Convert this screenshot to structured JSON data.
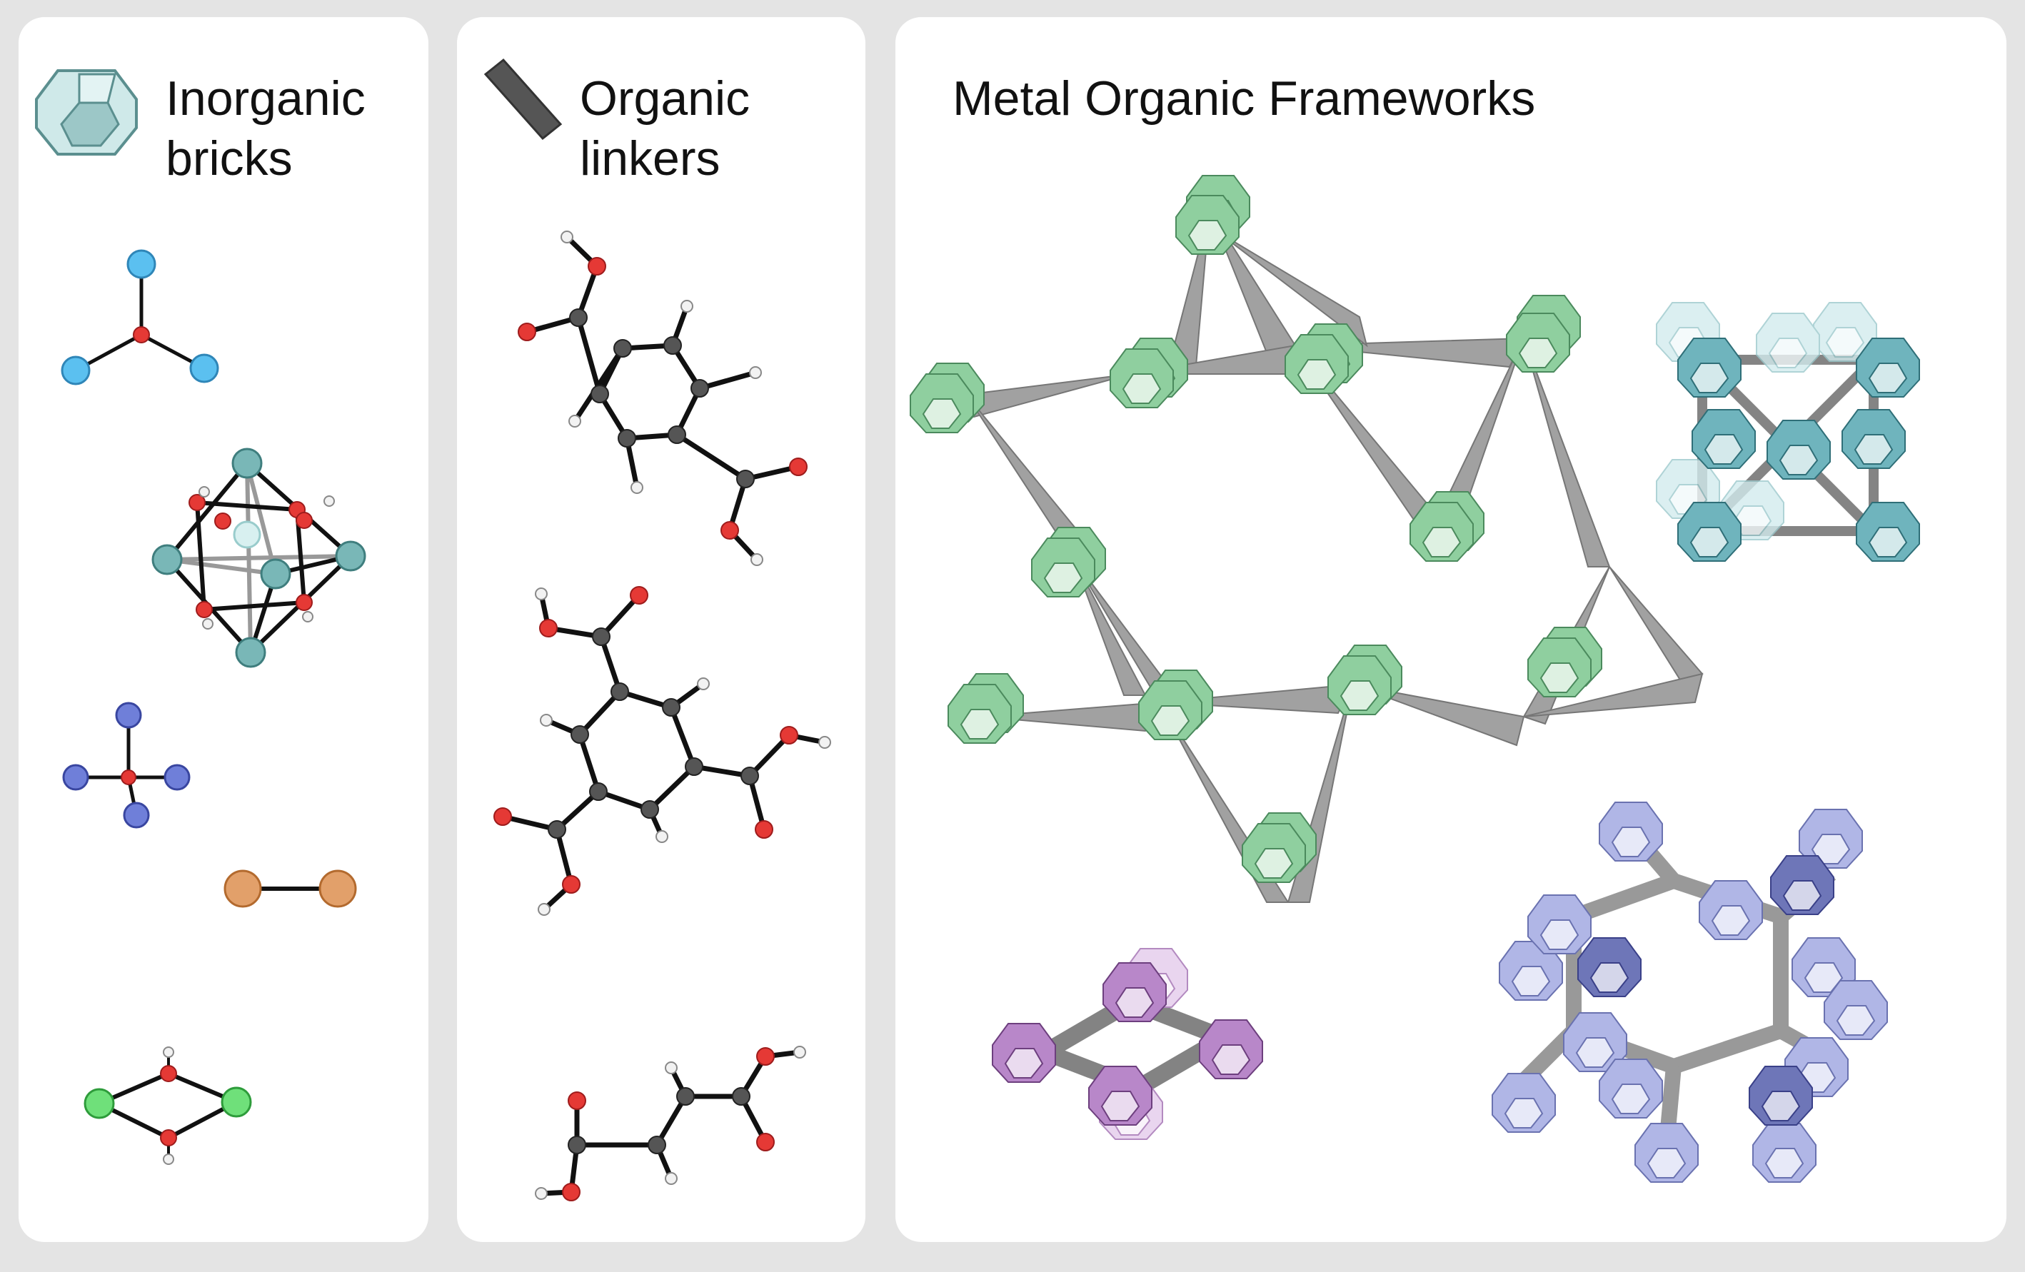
{
  "panels": {
    "inorganic_bricks": {
      "title": "Inorganic\nbricks",
      "icon": "truncated-octahedron-icon",
      "accent": "#8fc9c9"
    },
    "organic_linkers": {
      "title": "Organic\nlinkers",
      "icon": "linker-bar-icon",
      "accent": "#555555"
    },
    "mofs": {
      "title": "Metal Organic Frameworks"
    }
  },
  "colors": {
    "oxygen": "#e53935",
    "carbon": "#555555",
    "hydrogen": "#f2f2f2",
    "brick_blue": "#5bc0f0",
    "brick_teal": "#79b7b7",
    "brick_indigo": "#6f7fd9",
    "brick_orange": "#e2a06a",
    "brick_green": "#6fe07a",
    "mof_green": "#8fcf9f",
    "mof_teal": "#6fb4bd",
    "mof_purple": "#b887c9",
    "mof_periwinkle": "#9aa2d6"
  }
}
